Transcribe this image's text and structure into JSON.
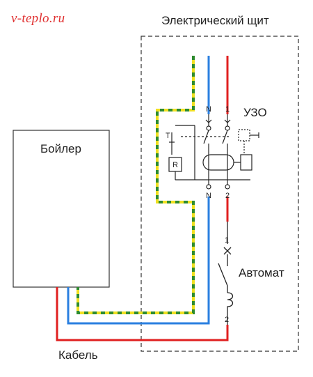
{
  "watermark": "v-teplo.ru",
  "panel_title": "Электрический щит",
  "boiler_label": "Бойлер",
  "cable_label": "Кабель",
  "rcd_label": "УЗО",
  "breaker_label": "Автомат",
  "rcd_terminals": {
    "top_n": "N",
    "top_1": "1",
    "bottom_n": "N",
    "bottom_2": "2",
    "test": "T",
    "resistor": "R"
  },
  "breaker_terminals": {
    "top": "1",
    "bottom": "2"
  },
  "colors": {
    "phase": "#e02020",
    "neutral": "#2a7fe0",
    "earth_green": "#2e8b2e",
    "earth_yellow": "#f0e020",
    "watermark": "#e03030"
  }
}
